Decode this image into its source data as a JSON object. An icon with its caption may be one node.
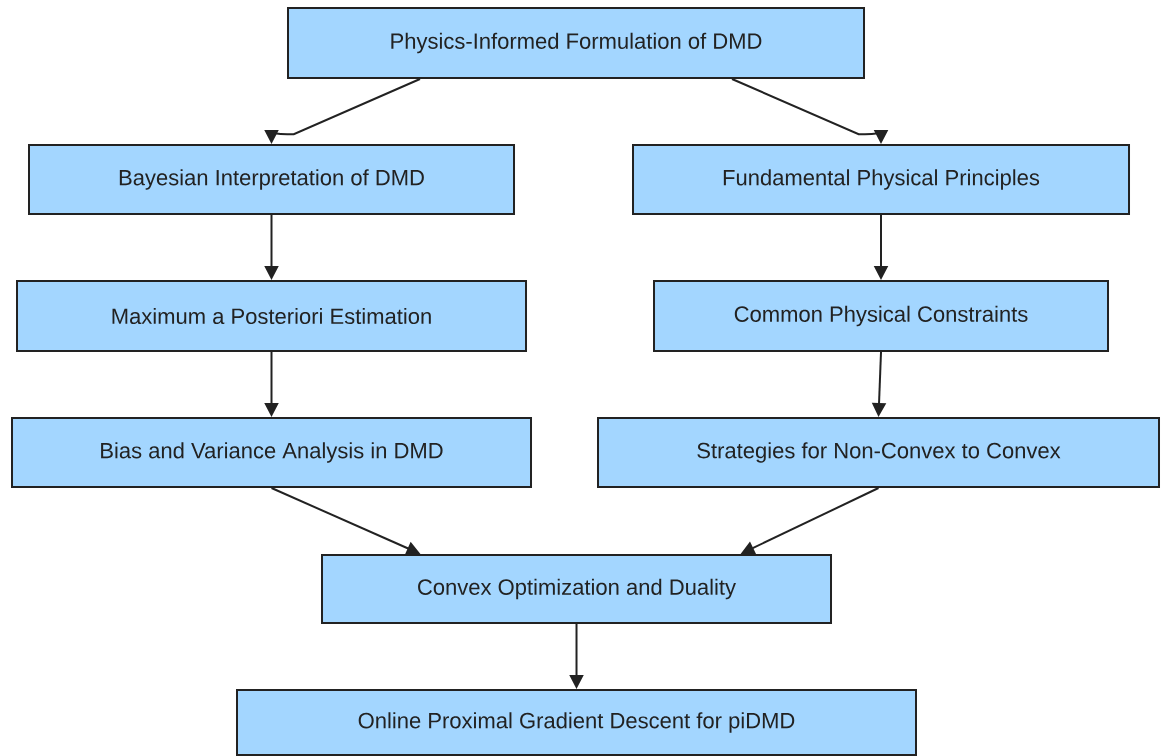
{
  "diagram": {
    "nodes": [
      {
        "text": [
          "Physics-Informed Formulation of DMD"
        ]
      },
      {
        "text": [
          "Bayesian Interpretation of DMD"
        ]
      },
      {
        "text": [
          "Fundamental Physical Principles"
        ]
      },
      {
        "text": [
          "Maximum a Posteriori Estimation"
        ]
      },
      {
        "text": [
          "Common Physical Constraints"
        ]
      },
      {
        "text": [
          "Bias and Variance Analysis in DMD"
        ]
      },
      {
        "text": [
          "Strategies for Non-Convex to Convex"
        ]
      },
      {
        "text": [
          "Convex Optimization and Duality"
        ]
      },
      {
        "text": [
          "Online Proximal Gradient Descent for piDMD"
        ]
      }
    ],
    "edges": [
      {
        "from": 0,
        "to": 1,
        "arrow": "to"
      },
      {
        "from": 0,
        "to": 2,
        "arrow": "to"
      },
      {
        "from": 1,
        "to": 3,
        "arrow": "to"
      },
      {
        "from": 3,
        "to": 5,
        "arrow": "to"
      },
      {
        "from": 2,
        "to": 4,
        "arrow": "to"
      },
      {
        "from": 4,
        "to": 6,
        "arrow": "to"
      },
      {
        "from": 5,
        "to": 7,
        "arrow": "to"
      },
      {
        "from": 6,
        "to": 7,
        "arrow": "to"
      },
      {
        "from": 7,
        "to": 8,
        "arrow": "to"
      }
    ]
  }
}
